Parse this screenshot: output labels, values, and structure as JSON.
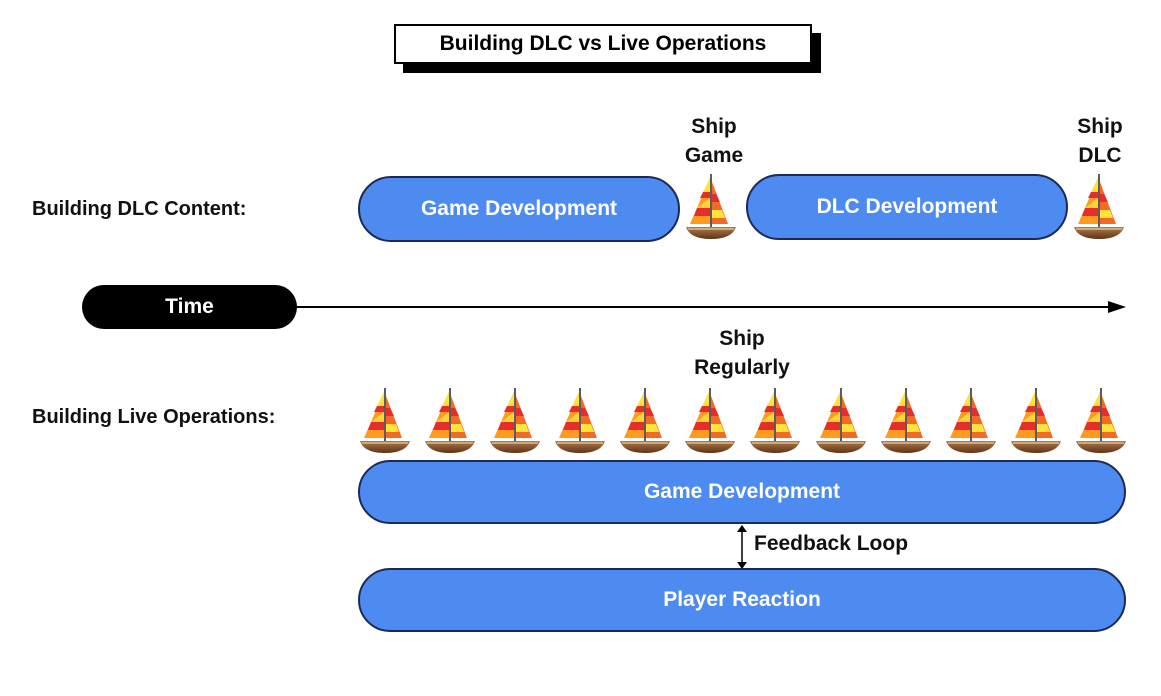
{
  "title": "Building DLC vs Live Operations",
  "dlc_row": {
    "label": "Building DLC Content:",
    "game_dev": "Game Development",
    "dlc_dev": "DLC Development",
    "ship_game": [
      "Ship",
      "Game"
    ],
    "ship_dlc": [
      "Ship",
      "DLC"
    ]
  },
  "timeline": {
    "label": "Time"
  },
  "live_row": {
    "label": "Building Live Operations:",
    "ship_regularly": [
      "Ship",
      "Regularly"
    ],
    "boat_count": 12,
    "game_dev": "Game Development",
    "feedback": "Feedback Loop",
    "player_reaction": "Player Reaction"
  },
  "icons": {
    "boat": "sailboat-icon"
  },
  "colors": {
    "pill_fill": "#4d8bf0",
    "pill_border": "#1d2a55",
    "time_pill": "#000000"
  }
}
